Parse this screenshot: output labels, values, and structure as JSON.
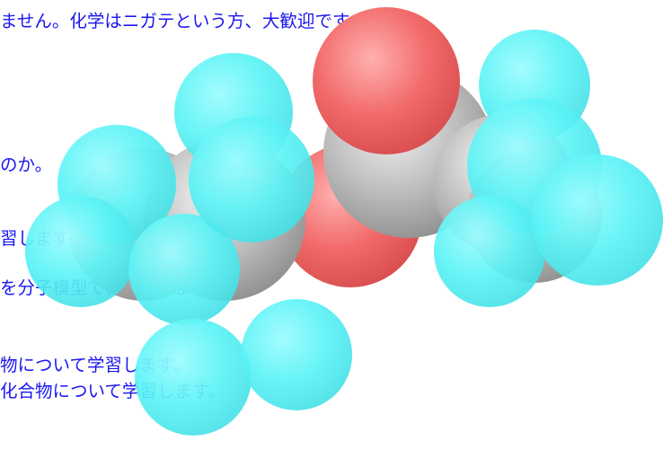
{
  "content": {
    "top_cut_line": "",
    "lines": [
      "ません。化学はニガテという方、大歓迎です。",
      "のか。",
      "習します。",
      "を分子模型で作ってみます。",
      "物について学習します。",
      "化合物について学習します。"
    ]
  },
  "model": {
    "name": "space-filling-molecular-model",
    "colors": {
      "hydrogen": "#5cf3f6",
      "carbon": "#b9b9b9",
      "oxygen": "#f26a6a"
    }
  }
}
